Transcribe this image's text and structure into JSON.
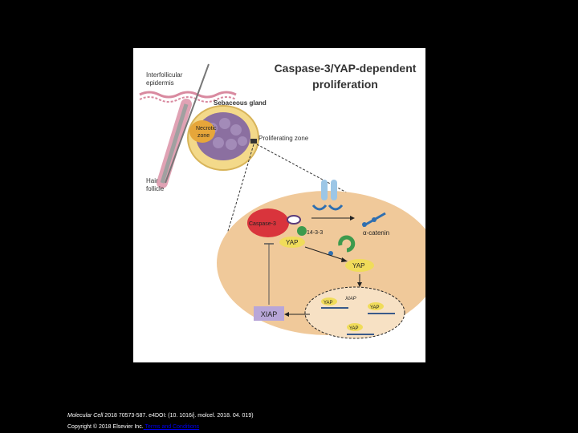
{
  "figure": {
    "title_line1": "Caspase-3/YAP-dependent",
    "title_line2": "proliferation",
    "labels": {
      "interfollicular_1": "Interfollicular",
      "interfollicular_2": "epidermis",
      "sebaceous_gland": "Sebaceous gland",
      "necrotic_1": "Necrotic",
      "necrotic_2": "zone",
      "proliferating_zone": "Proliferating zone",
      "hair_1": "Hair",
      "hair_2": "follicle",
      "caspase3": "Caspase-3",
      "alpha_catenin": "α-catenin",
      "protein_1433": "14-3-3",
      "yap_membrane": "YAP",
      "yap_cytoplasm": "YAP",
      "xiap_cyto": "XIAP",
      "xiap_nuc": "XIAP",
      "yap_nuc_1": "YAP",
      "yap_nuc_2": "YAP",
      "yap_nuc_3": "YAP"
    },
    "colors": {
      "cell": "#f0c99a",
      "nucleus": "#f7e1c4",
      "caspase": "#d9343c",
      "yap": "#f0dc5a",
      "xiap": "#b8a6d8",
      "blue": "#2f6fb0",
      "green": "#3d9a4d",
      "sebocyte": "#8b6fa0"
    }
  },
  "caption": {
    "journal": "Molecular Cell",
    "citation": " 2018 70573-587. e4DOI: (10. 1016/j. molcel. 2018. 04. 019)",
    "copyright": "Copyright © 2018 Elsevier Inc.",
    "terms_link": " Terms and Conditions"
  }
}
